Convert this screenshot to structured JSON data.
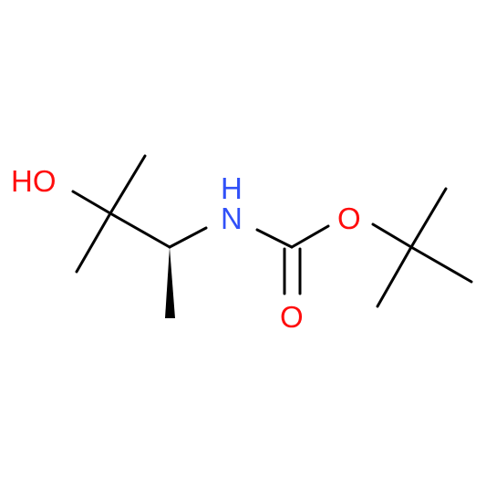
{
  "molecule": {
    "atoms": {
      "hydroxyl": "HO",
      "amine_nitrogen": "N",
      "amine_hydrogen": "H",
      "ester_oxygen": "O",
      "carbonyl_oxygen": "O"
    },
    "colors": {
      "bond": "#000000",
      "oxygen": "#ff0d0d",
      "nitrogen": "#3050f8"
    },
    "stereo_bond": "wedge"
  }
}
